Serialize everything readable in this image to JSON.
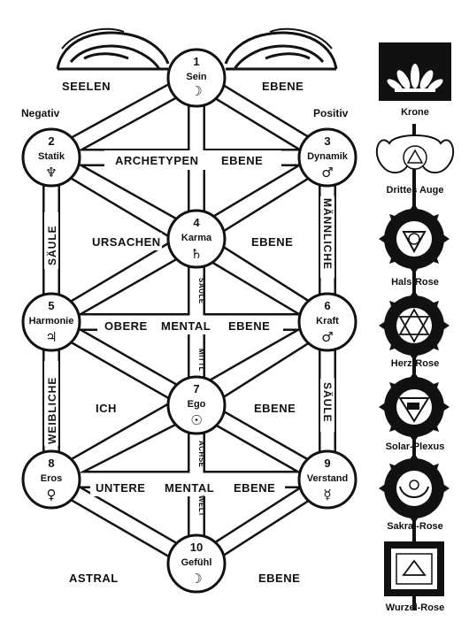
{
  "header": {
    "left": "SEELEN",
    "right": "EBENE"
  },
  "polarity": {
    "negative": "Negativ",
    "positive": "Positiv"
  },
  "nodes": [
    {
      "num": "1",
      "name": "Sein",
      "symbol": "☽"
    },
    {
      "num": "2",
      "name": "Statik",
      "symbol": "♆"
    },
    {
      "num": "3",
      "name": "Dynamik",
      "symbol": "♂"
    },
    {
      "num": "4",
      "name": "Karma",
      "symbol": "♄"
    },
    {
      "num": "5",
      "name": "Harmonie",
      "symbol": "♃"
    },
    {
      "num": "6",
      "name": "Kraft",
      "symbol": "♂"
    },
    {
      "num": "7",
      "name": "Ego",
      "symbol": "☉"
    },
    {
      "num": "8",
      "name": "Eros",
      "symbol": "♀"
    },
    {
      "num": "9",
      "name": "Verstand",
      "symbol": "☿"
    },
    {
      "num": "10",
      "name": "Gefühl",
      "symbol": "☽"
    }
  ],
  "zones": {
    "archetypen_left": "ARCHETYPEN",
    "archetypen_right": "EBENE",
    "ursachen_left": "URSACHEN",
    "ursachen_right": "EBENE",
    "obere_a": "OBERE",
    "obere_b": "MENTAL",
    "obere_c": "EBENE",
    "ich_left": "ICH",
    "ich_right": "EBENE",
    "untere_a": "UNTERE",
    "untere_b": "MENTAL",
    "untere_c": "EBENE",
    "astral_left": "ASTRAL",
    "astral_right": "EBENE"
  },
  "pillars": {
    "left_upper": "SÄULE",
    "left_lower": "WEIBLICHE",
    "right_upper": "MÄNNLICHE",
    "right_lower": "SÄULE"
  },
  "axis_words": [
    "SÄULE",
    "MITTL",
    "ACHSE",
    "WELT"
  ],
  "chakras": [
    {
      "label": "Krone"
    },
    {
      "label": "Drittes Auge"
    },
    {
      "label": "Hals-Rose"
    },
    {
      "label": "Herz-Rose"
    },
    {
      "label": "Solar-Plexus"
    },
    {
      "label": "Sakral-Rose"
    },
    {
      "label": "Wurzel-Rose"
    }
  ]
}
